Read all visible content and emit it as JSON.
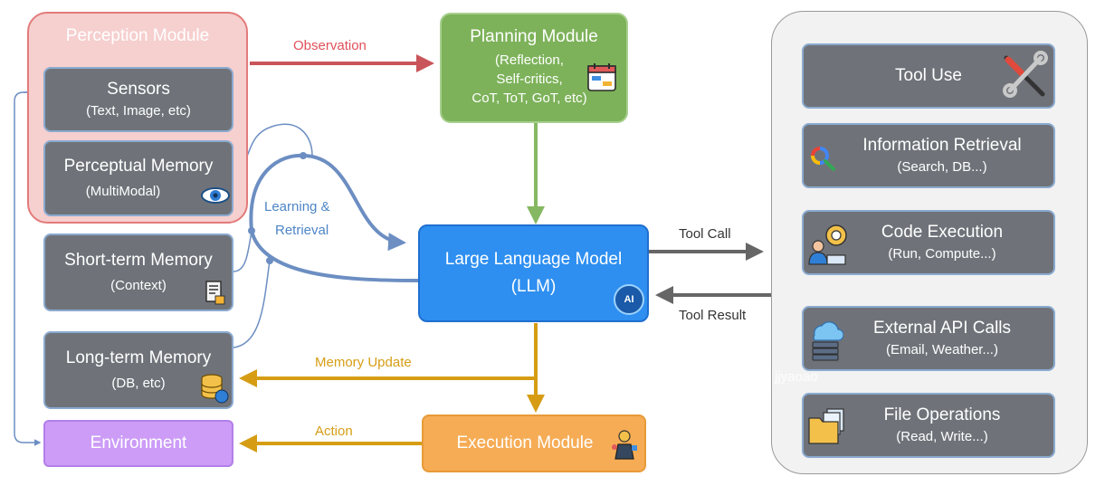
{
  "perception": {
    "title": "Perception Module",
    "sensors": {
      "title": "Sensors",
      "sub": "(Text, Image, etc)"
    },
    "perceptual_memory": {
      "title": "Perceptual Memory",
      "sub": "(MultiModal)"
    }
  },
  "memory": {
    "short_term": {
      "title": "Short-term Memory",
      "sub": "(Context)"
    },
    "long_term": {
      "title": "Long-term Memory",
      "sub": "(DB, etc)"
    }
  },
  "environment": {
    "title": "Environment"
  },
  "planning": {
    "title": "Planning Module",
    "sub_lines": [
      "(Reflection,",
      "Self-critics,",
      "CoT, ToT, GoT, etc)"
    ]
  },
  "llm": {
    "title": "Large Language Model",
    "sub": "(LLM)",
    "badge": "AI"
  },
  "execution": {
    "title": "Execution Module"
  },
  "edges": {
    "observation": "Observation",
    "learning": [
      "Learning &",
      "Retrieval"
    ],
    "tool_call": "Tool Call",
    "tool_result": "Tool Result",
    "memory_update": "Memory Update",
    "action": "Action"
  },
  "tools": {
    "tool_use": {
      "title": "Tool Use"
    },
    "info_retrieval": {
      "title": "Information Retrieval",
      "sub": "(Search, DB...)"
    },
    "code_execution": {
      "title": "Code Execution",
      "sub": "(Run, Compute...)"
    },
    "external_api": {
      "title": "External API Calls",
      "sub": "(Email, Weather...)"
    },
    "file_operations": {
      "title": "File Operations",
      "sub": "(Read, Write...)"
    }
  },
  "watermark": "jjyaoao",
  "colors": {
    "perception_bg": "#f6cfcf",
    "perception_border": "#e37b7b",
    "node_gray": "#6f7379",
    "node_border": "#8aaad0",
    "planning": "#7db25a",
    "llm": "#2e8ff0",
    "execution": "#f6ac55",
    "environment": "#cc9cf7",
    "observation_arrow": "#c9555a",
    "planning_arrow": "#86b863",
    "memory_arrow": "#d69d14",
    "tool_arrow": "#666666",
    "learning_curve": "#6c8ec2"
  }
}
